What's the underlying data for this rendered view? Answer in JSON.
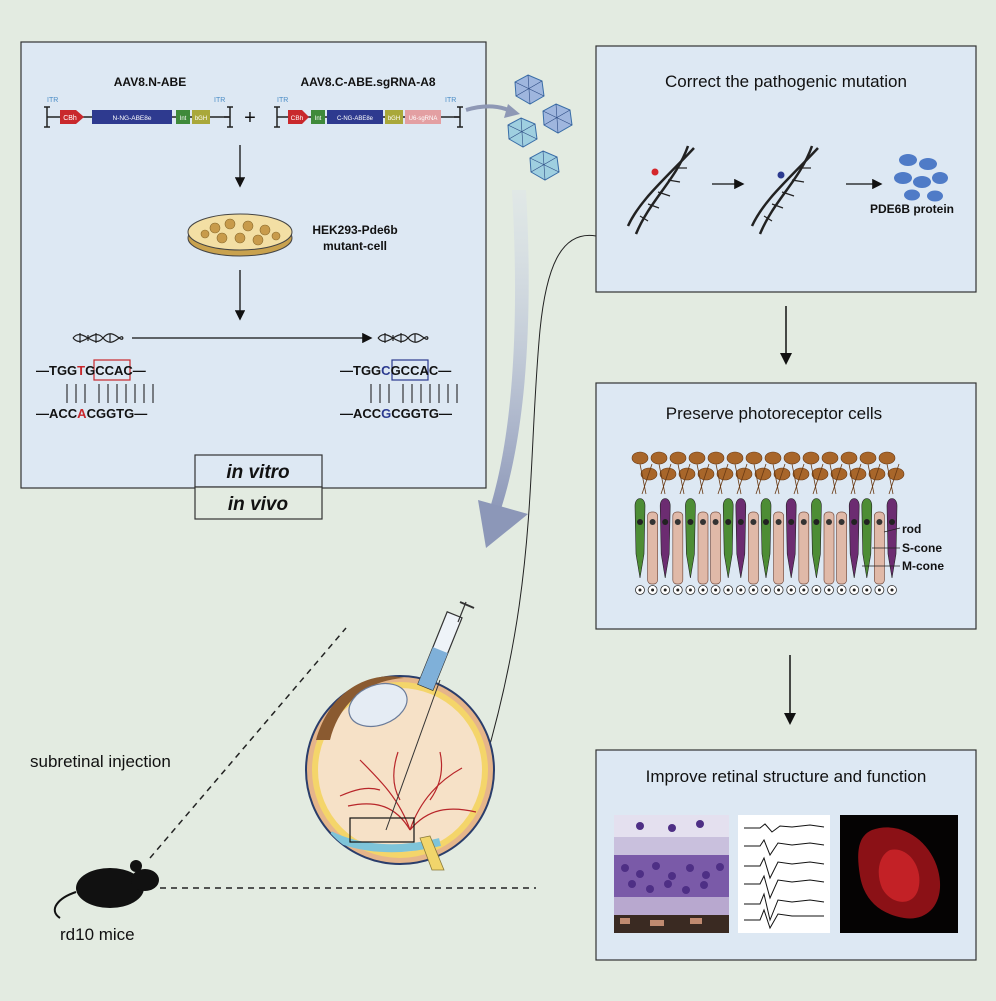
{
  "left_panel": {
    "construct1_title": "AAV8.N-ABE",
    "construct2_title": "AAV8.C-ABE.sgRNA-A8",
    "plus": "+",
    "itr": "ITR",
    "c1_parts": [
      "CBh",
      "N-NG-ABE8e",
      "Int",
      "bGH"
    ],
    "c2_parts": [
      "CBh",
      "Int",
      "C-NG-ABE8e",
      "bGH",
      "U6-sgRNA"
    ],
    "cell_label_line1": "HEK293-Pde6b",
    "cell_label_line2": "mutant-cell",
    "seq_left_top_pre": "—TGG",
    "seq_left_top_mut": "T",
    "seq_left_top_post": "GCCAC—",
    "seq_left_bottom_pre": "—ACC",
    "seq_left_bottom_mut": "A",
    "seq_left_bottom_post": "CGGTG—",
    "seq_right_top_pre": "—TGG",
    "seq_right_top_mut": "C",
    "seq_right_top_post": "GCCAC—",
    "seq_right_bottom_pre": "—ACC",
    "seq_right_bottom_mut": "G",
    "seq_right_bottom_post": "CGGTG—",
    "in_vitro": "in vitro",
    "in_vivo": "in vivo"
  },
  "panel1": {
    "title": "Correct the pathogenic mutation",
    "protein_label": "PDE6B protein"
  },
  "panel2": {
    "title": "Preserve photoreceptor cells",
    "labels": [
      "rod",
      "S-cone",
      "M-cone"
    ]
  },
  "panel3": {
    "title": "Improve retinal structure and function"
  },
  "bottom": {
    "injection_label": "subretinal injection",
    "mice_label": "rd10 mice"
  },
  "colors": {
    "background": "#e3ebe1",
    "panel_fill": "#dde8f3",
    "rod": "#e0b9a8",
    "s_cone": "#6c2c71",
    "m_cone": "#4d8d35",
    "mutation_red": "#d4262b",
    "corrected_blue": "#2b3a8f",
    "protein": "#4f7bc7"
  }
}
